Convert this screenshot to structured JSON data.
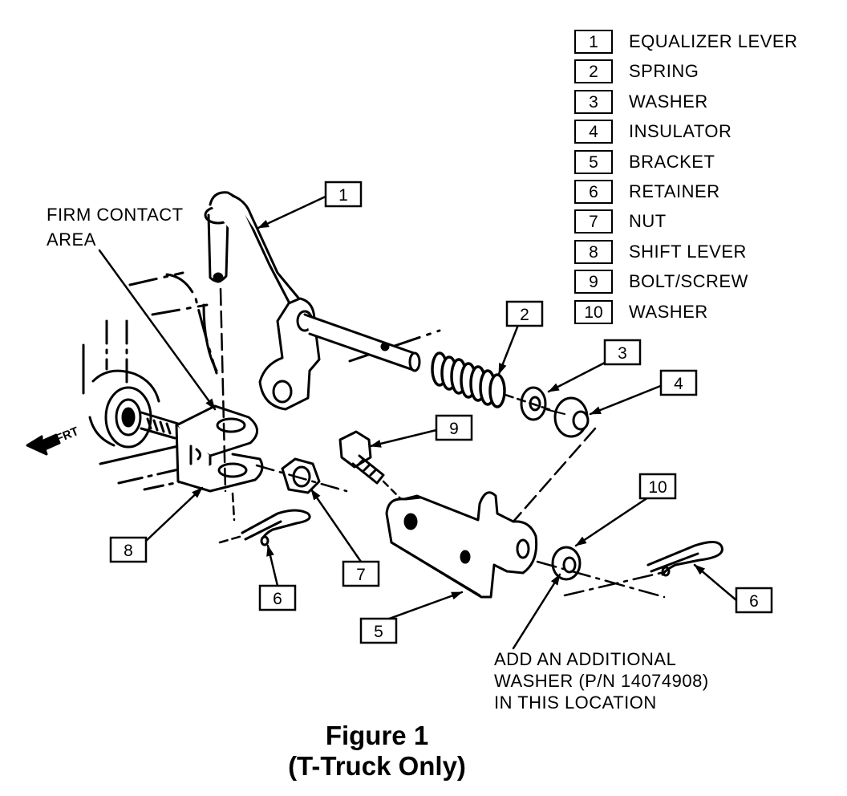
{
  "legend": [
    {
      "num": "1",
      "name": "EQUALIZER LEVER"
    },
    {
      "num": "2",
      "name": "SPRING"
    },
    {
      "num": "3",
      "name": "WASHER"
    },
    {
      "num": "4",
      "name": "INSULATOR"
    },
    {
      "num": "5",
      "name": "BRACKET"
    },
    {
      "num": "6",
      "name": "RETAINER"
    },
    {
      "num": "7",
      "name": "NUT"
    },
    {
      "num": "8",
      "name": "SHIFT LEVER"
    },
    {
      "num": "9",
      "name": "BOLT/SCREW"
    },
    {
      "num": "10",
      "name": "WASHER"
    }
  ],
  "callouts": {
    "c1": "1",
    "c2": "2",
    "c3": "3",
    "c4": "4",
    "c5": "5",
    "c6a": "6",
    "c6b": "6",
    "c7": "7",
    "c8": "8",
    "c9": "9",
    "c10": "10"
  },
  "notes": {
    "firm_contact_line1": "FIRM CONTACT",
    "firm_contact_line2": "AREA",
    "frt": "FRT",
    "washer_note_line1": "ADD AN ADDITIONAL",
    "washer_note_line2": "WASHER (P/N 14074908)",
    "washer_note_line3": "IN THIS LOCATION"
  },
  "figure": {
    "title_line1": "Figure 1",
    "title_line2": "(T-Truck Only)"
  }
}
